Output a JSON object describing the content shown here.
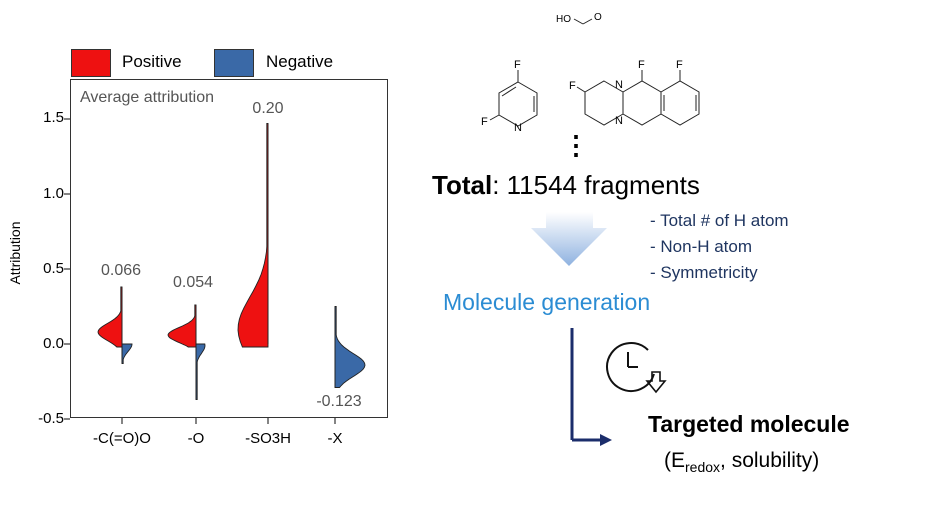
{
  "legend": {
    "positive_label": "Positive",
    "negative_label": "Negative",
    "positive_color": "#ee1111",
    "negative_color": "#3a69a7"
  },
  "chart_data": {
    "type": "violin",
    "title": "",
    "inner_title": "Average attribution",
    "ylabel": "Attribution",
    "xlabel": "",
    "ylim": [
      -0.5,
      1.75
    ],
    "yticks": [
      "-0.5",
      "0.0",
      "0.5",
      "1.0",
      "1.5"
    ],
    "categories": [
      "-C(=O)O",
      "-O",
      "-SO3H",
      "-X"
    ],
    "average_attribution": [
      "0.066",
      "0.054",
      "0.20",
      "-0.123"
    ],
    "series": [
      {
        "name": "Positive",
        "ranges": [
          [
            0.0,
            0.38
          ],
          [
            0.0,
            0.26
          ],
          [
            0.0,
            1.47
          ],
          [
            0.0,
            0.0
          ]
        ]
      },
      {
        "name": "Negative",
        "ranges": [
          [
            -0.13,
            0.0
          ],
          [
            -0.37,
            0.0
          ],
          [
            0.0,
            0.0
          ],
          [
            -0.29,
            0.25
          ]
        ]
      }
    ],
    "grid": false,
    "legend_position": "top"
  },
  "right": {
    "molecule_top_labels": [
      "HO",
      "O"
    ],
    "molecule_labels_f": [
      "F",
      "F",
      "F",
      "F",
      "F"
    ],
    "molecule_labels_n": [
      "N",
      "N",
      "N"
    ],
    "ellipsis": "⋮",
    "total_bold": "Total",
    "total_rest": ": 11544 fragments",
    "criteria": [
      "- Total # of H atom",
      "- Non-H atom",
      "- Symmetricity"
    ],
    "generation": "Molecule generation",
    "targeted": "Targeted molecule",
    "props_open": "(E",
    "props_sub": "redox",
    "props_rest": ", solubility)"
  }
}
